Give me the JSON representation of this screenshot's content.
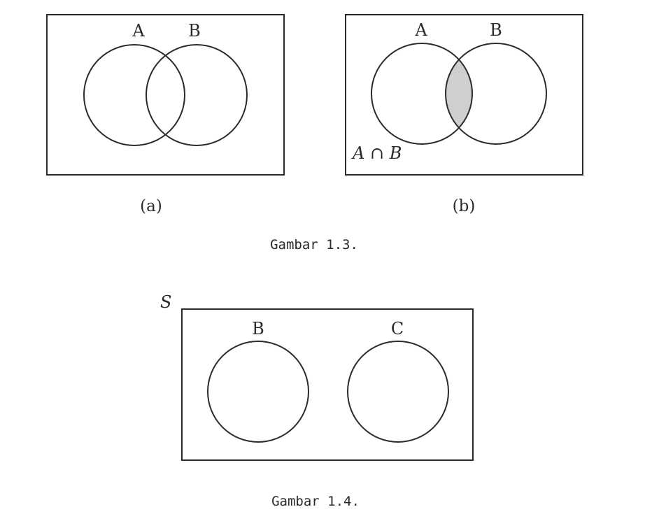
{
  "figure_1_3": {
    "panel_a": {
      "set_a_label": "A",
      "set_b_label": "B",
      "sublabel": "(a)"
    },
    "panel_b": {
      "set_a_label": "A",
      "set_b_label": "B",
      "intersection_label": "A ∩ B",
      "sublabel": "(b)",
      "shade_color": "#cfcfcf"
    },
    "caption": "Gambar 1.3."
  },
  "figure_1_4": {
    "universe_label": "S",
    "set_b_label": "B",
    "set_c_label": "C",
    "caption": "Gambar 1.4."
  },
  "colors": {
    "stroke": "#2b2b2b",
    "background": "#ffffff"
  }
}
